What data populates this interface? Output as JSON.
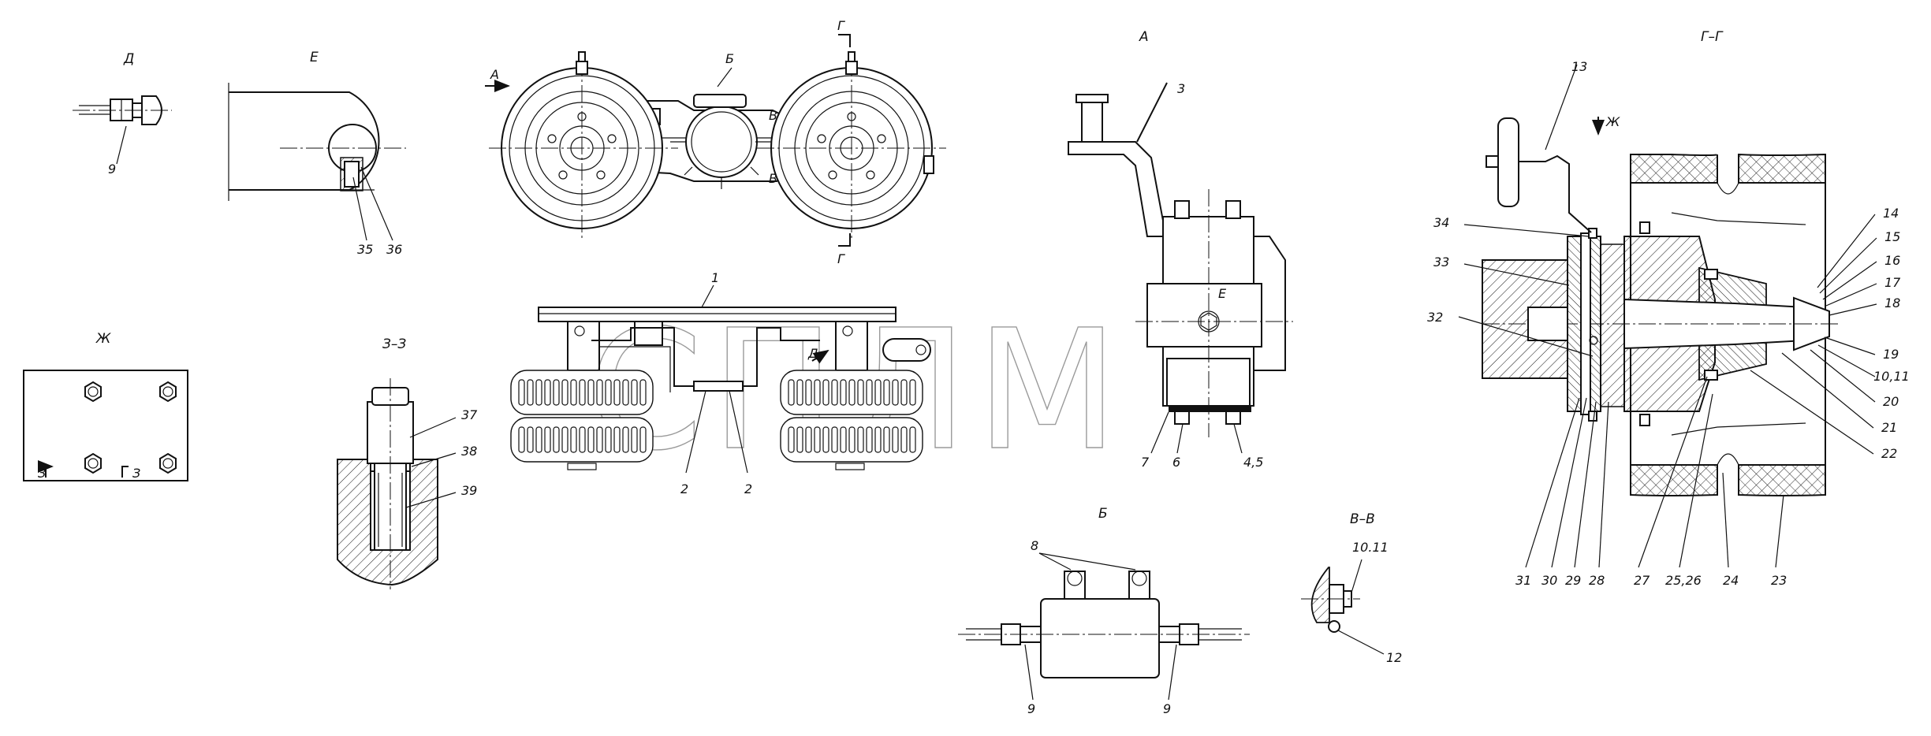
{
  "watermark": "СПЛМ",
  "views": {
    "d": "Д",
    "e": "Е",
    "zh": "Ж",
    "z3": "З–З",
    "a": "А",
    "gg": "Г–Г",
    "b": "Б",
    "vv": "В–В"
  },
  "markers": {
    "a_arrow": "А",
    "b_callout": "Б",
    "v_top": "В",
    "v_bottom": "В",
    "g_top": "Г",
    "g_bottom": "Г",
    "d_arrow": "Д",
    "e_callout": "Е",
    "zh_arrow": "Ж",
    "z_left": "З",
    "z_right": "З"
  },
  "parts": {
    "p1": "1",
    "p2a": "2",
    "p2b": "2",
    "p3": "3",
    "p45": "4,5",
    "p6": "6",
    "p7": "7",
    "p8": "8",
    "p9d": "9",
    "p9b_left": "9",
    "p9b_right": "9",
    "p1011_vv": "10.11",
    "p12": "12",
    "p13": "13",
    "p14": "14",
    "p15": "15",
    "p16": "16",
    "p17": "17",
    "p18": "18",
    "p19": "19",
    "p1011_gg": "10,11",
    "p20": "20",
    "p21": "21",
    "p22": "22",
    "p23": "23",
    "p24": "24",
    "p2526": "25,26",
    "p27": "27",
    "p28": "28",
    "p29": "29",
    "p30": "30",
    "p31": "31",
    "p32": "32",
    "p33": "33",
    "p34": "34",
    "p35": "35",
    "p36": "36",
    "p37": "37",
    "p38": "38",
    "p39": "39"
  }
}
